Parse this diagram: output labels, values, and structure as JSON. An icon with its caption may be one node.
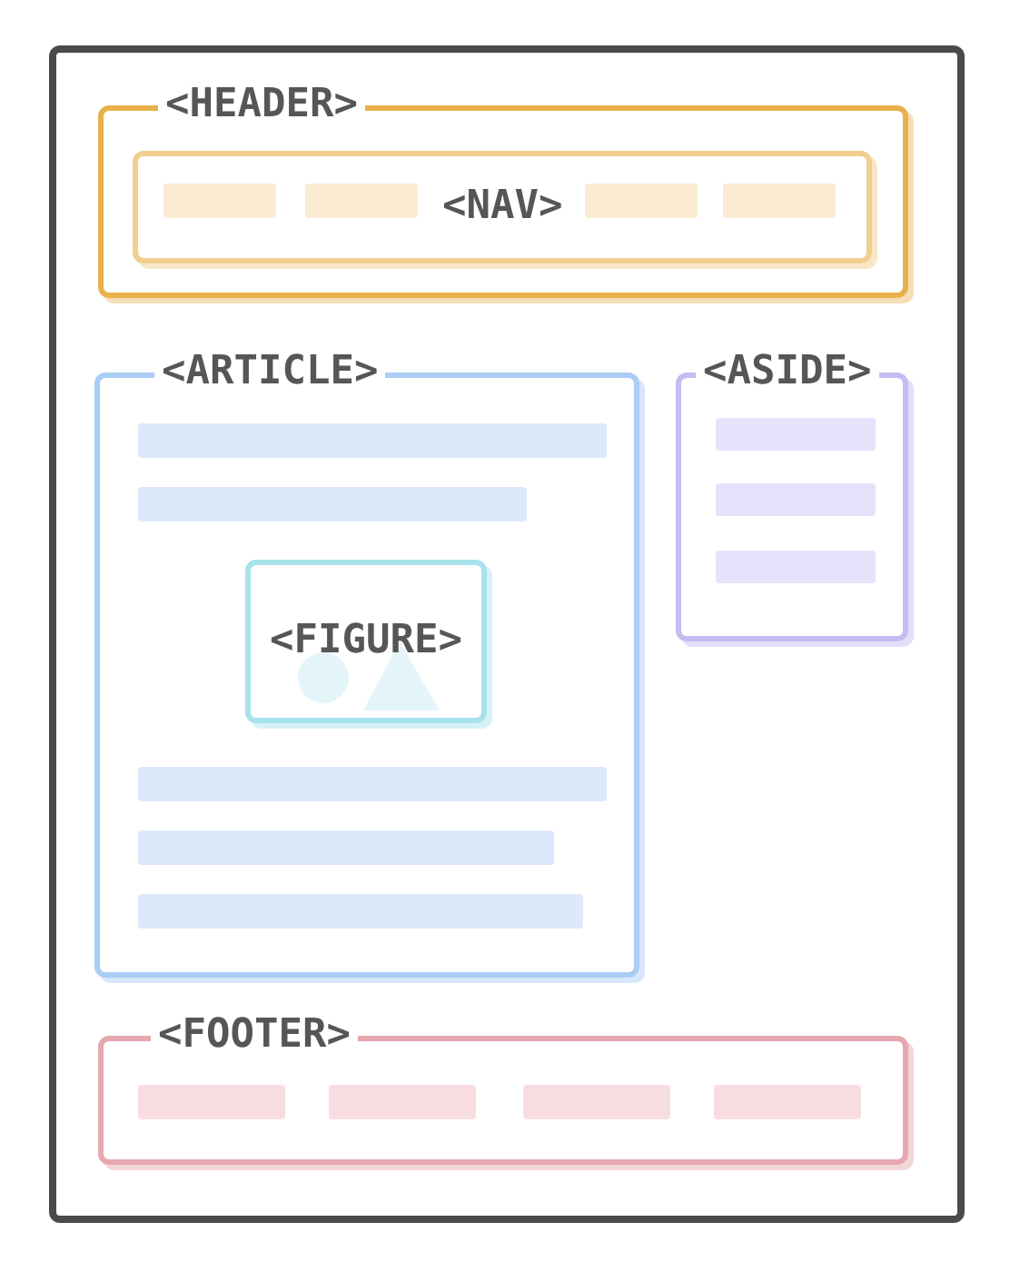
{
  "diagram": {
    "nodes": [
      {
        "text": [],
        "shape": "box"
      },
      {
        "text": [
          "<HEADER>"
        ],
        "in": 0
      },
      {
        "text": [
          "<NAV>"
        ],
        "in": 1
      },
      {
        "text": [
          "<ARTICLE>"
        ],
        "in": 0
      },
      {
        "text": [
          "<FIGURE>"
        ],
        "in": 3
      },
      {
        "text": [
          "<ASIDE>"
        ],
        "in": 0
      },
      {
        "text": [
          "<FOOTER>"
        ],
        "in": 0
      }
    ],
    "edges": []
  }
}
